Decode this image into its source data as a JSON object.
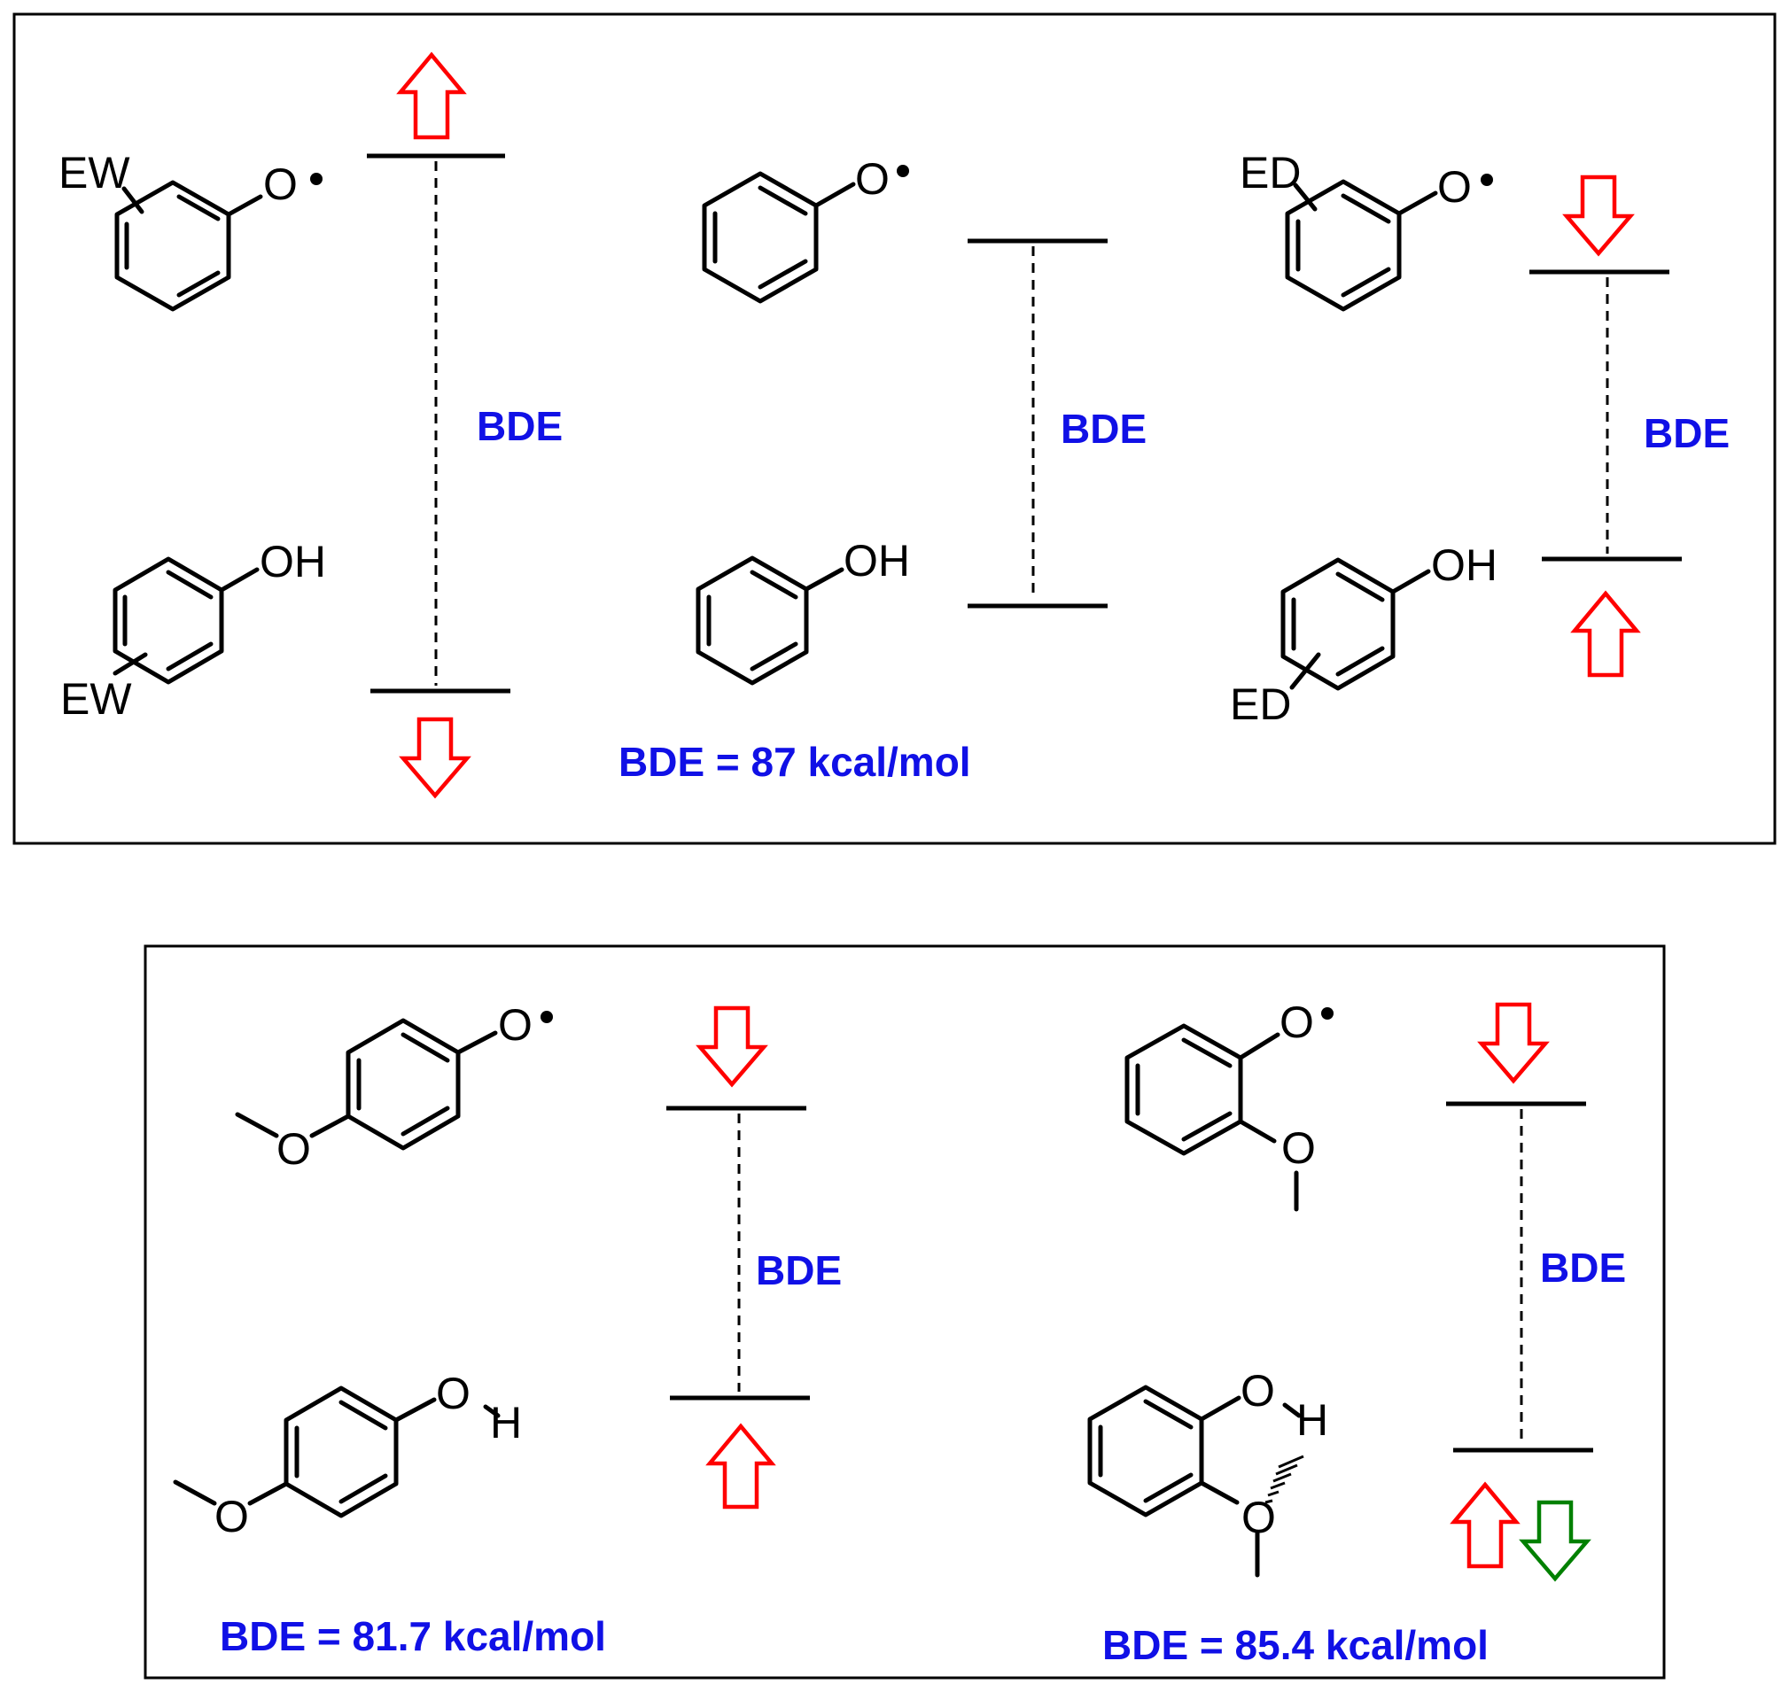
{
  "labels": {
    "radical_oxygen": "O",
    "hydroxyl": "OH",
    "oxygen": "O",
    "hydrogen": "H",
    "electron_withdrawing": "EW",
    "electron_donating": "ED",
    "bde": "BDE"
  },
  "panel_top": {
    "value_label": "BDE = 87 kcal/mol"
  },
  "panel_bottom": {
    "left_value_label": "BDE = 81.7 kcal/mol",
    "right_value_label": "BDE = 85.4 kcal/mol"
  },
  "colors": {
    "bde_text": "#1010e6",
    "arrow_red": "#ff0000",
    "arrow_green": "#008000",
    "line": "#000000"
  }
}
